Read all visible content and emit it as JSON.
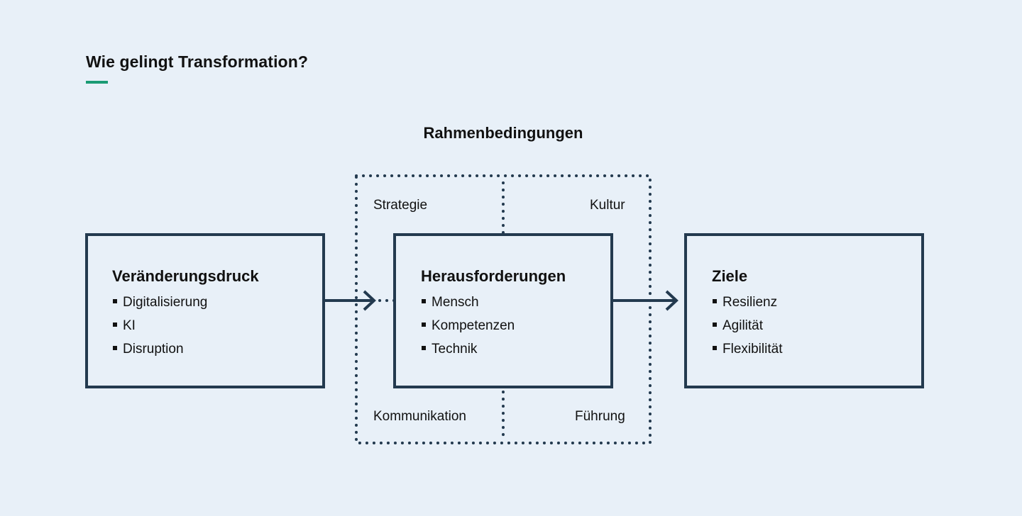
{
  "header": {
    "title": "Wie gelingt Transformation?",
    "accent_color": "#1a9b74"
  },
  "colors": {
    "background": "#e8f0f8",
    "line": "#233a4f",
    "text": "#111111"
  },
  "framework": {
    "heading": "Rahmenbedingungen",
    "quadrants": [
      "Strategie",
      "Kultur",
      "Kommunikation",
      "Führung"
    ]
  },
  "boxes": [
    {
      "title": "Veränderungsdruck",
      "items": [
        "Digitalisierung",
        "KI",
        "Disruption"
      ]
    },
    {
      "title": "Herausforderungen",
      "items": [
        "Mensch",
        "Kompetenzen",
        "Technik"
      ]
    },
    {
      "title": "Ziele",
      "items": [
        "Resilienz",
        "Agilität",
        "Flexibilität"
      ]
    }
  ]
}
